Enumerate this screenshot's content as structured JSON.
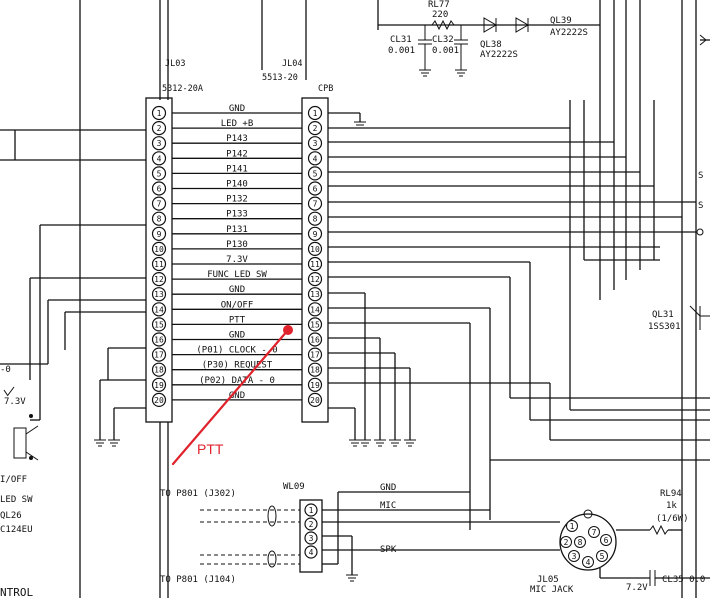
{
  "connectors": {
    "left": {
      "ref": "JL03",
      "part": "5312-20A"
    },
    "right": {
      "ref": "JL04",
      "part": "5513-20",
      "suffix": "CPB"
    },
    "pins": [
      "1",
      "2",
      "3",
      "4",
      "5",
      "6",
      "7",
      "8",
      "9",
      "10",
      "11",
      "12",
      "13",
      "14",
      "15",
      "16",
      "17",
      "18",
      "19",
      "20"
    ]
  },
  "signals": [
    "GND",
    "LED +B",
    "P143",
    "P142",
    "P141",
    "P140",
    "P132",
    "P133",
    "P131",
    "P130",
    "7.3V",
    "FUNC LED SW",
    "GND",
    "ON/OFF",
    "PTT",
    "GND",
    "(P01) CLOCK - 0",
    "(P30) REQUEST",
    "(P02) DATA - 0",
    "GND"
  ],
  "top_components": {
    "cl31": {
      "name": "CL31",
      "value": "0.001"
    },
    "cl32": {
      "name": "CL32",
      "value": "0.001"
    },
    "rl77": {
      "name": "RL77",
      "value": "220"
    },
    "ql38": {
      "name": "QL38",
      "part": "AY2222S"
    },
    "ql39": {
      "name": "QL39",
      "part": "AY2222S"
    }
  },
  "left_side": {
    "value_o": "-0",
    "v73": "7.3V",
    "onoff": "I/OFF",
    "led_sw": "LED SW",
    "ql26": "QL26",
    "part": "C124EU",
    "control": "NTROL"
  },
  "right_side": {
    "s1": "S",
    "s1b": "S",
    "ql31": "QL31",
    "ql31_part": "1SS301"
  },
  "bottom": {
    "to_p801_a": "TO P801 (J302)",
    "to_p801_b": "TO P801 (J104)",
    "wl09": "WL09",
    "wl_pins": [
      "1",
      "2",
      "3",
      "4"
    ],
    "gnd": "GND",
    "mic": "MIC",
    "spk": "SPK",
    "mic_jack_ref": "JL05",
    "mic_jack": "MIC JACK",
    "rl94": "RL94",
    "rl94_val": "1k",
    "rl94_watt": "(1/6W)",
    "v72": "7.2V",
    "cl35": "CL35 0.0",
    "jack_pins": [
      "1",
      "2",
      "3",
      "4",
      "5",
      "6",
      "7",
      "8"
    ]
  },
  "annotation": {
    "text": "PTT",
    "color": "#e0222c"
  }
}
